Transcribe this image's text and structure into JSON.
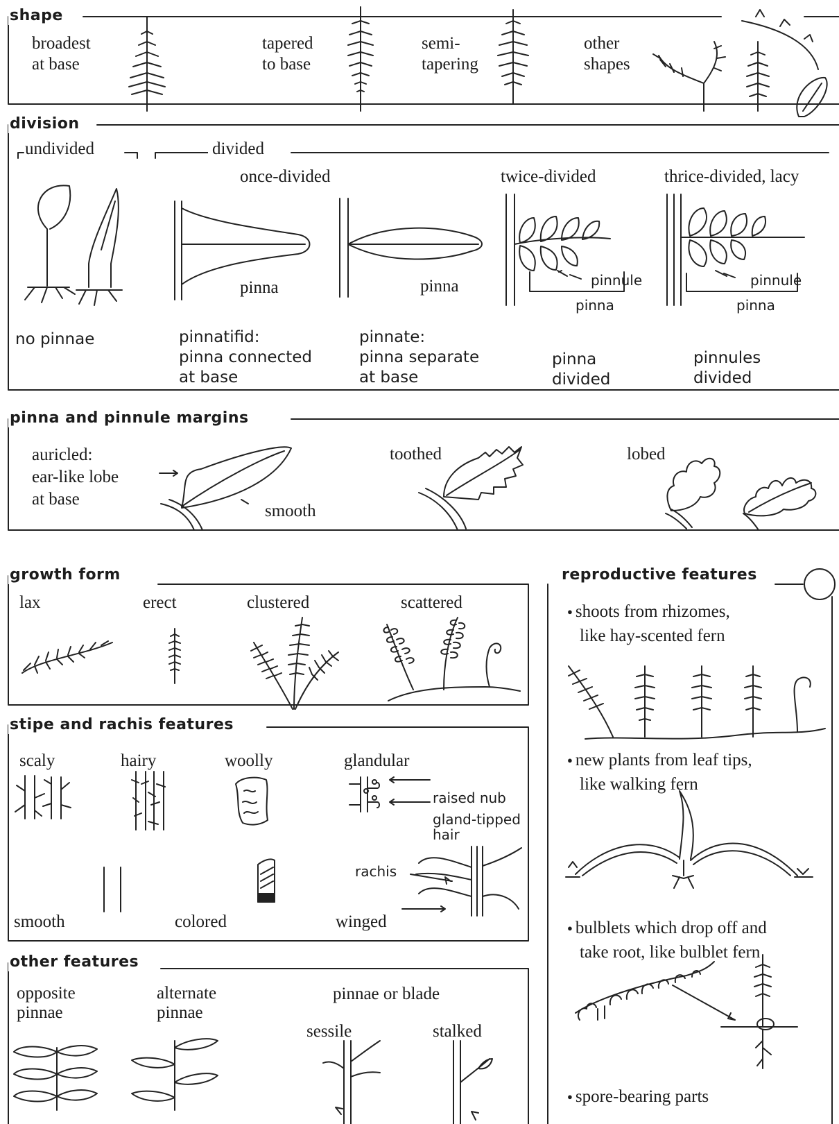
{
  "shape": {
    "title": "shape",
    "broadest": [
      "broadest",
      "at base"
    ],
    "tapered": [
      "tapered",
      "to base"
    ],
    "semi": [
      "semi-",
      "tapering"
    ],
    "other": [
      "other",
      "shapes"
    ]
  },
  "division": {
    "title": "division",
    "undivided": "undivided",
    "divided": "divided",
    "once": "once-divided",
    "twice": "twice-divided",
    "thrice": "thrice-divided, lacy",
    "pinna_label": "pinna",
    "pinnule_label": "pinnule",
    "no_pinnae": "no pinnae",
    "pinnatifid": [
      "pinnatifid:",
      "pinna connected",
      "at base"
    ],
    "pinnate": [
      "pinnate:",
      "pinna separate",
      "at base"
    ],
    "pinna_divided": [
      "pinna",
      "divided"
    ],
    "pinnules_divided": [
      "pinnules",
      "divided"
    ]
  },
  "margins": {
    "title": "pinna and pinnule margins",
    "auricled": [
      "auricled:",
      "ear-like lobe",
      "at base"
    ],
    "smooth": "smooth",
    "toothed": "toothed",
    "lobed": "lobed"
  },
  "growth": {
    "title": "growth form",
    "lax": "lax",
    "erect": "erect",
    "clustered": "clustered",
    "scattered": "scattered"
  },
  "stipe": {
    "title": "stipe and rachis features",
    "scaly": "scaly",
    "hairy": "hairy",
    "woolly": "woolly",
    "glandular": "glandular",
    "raised_nub": "raised nub",
    "gland_tipped": [
      "gland-tipped",
      "hair"
    ],
    "rachis": "rachis",
    "smooth": "smooth",
    "colored": "colored",
    "winged": "winged"
  },
  "other": {
    "title": "other features",
    "opposite": [
      "opposite",
      "pinnae"
    ],
    "alternate": [
      "alternate",
      "pinnae"
    ],
    "blade": "pinnae or blade",
    "sessile": "sessile",
    "stalked": "stalked"
  },
  "repro": {
    "title": "reproductive features",
    "rhizomes": [
      "shoots from rhizomes,",
      "like hay-scented fern"
    ],
    "leaf_tips": [
      "new plants from leaf tips,",
      "like walking fern"
    ],
    "bulblets": [
      "bulblets which drop off and",
      "take root, like bulblet fern"
    ],
    "spore": "spore-bearing parts"
  }
}
